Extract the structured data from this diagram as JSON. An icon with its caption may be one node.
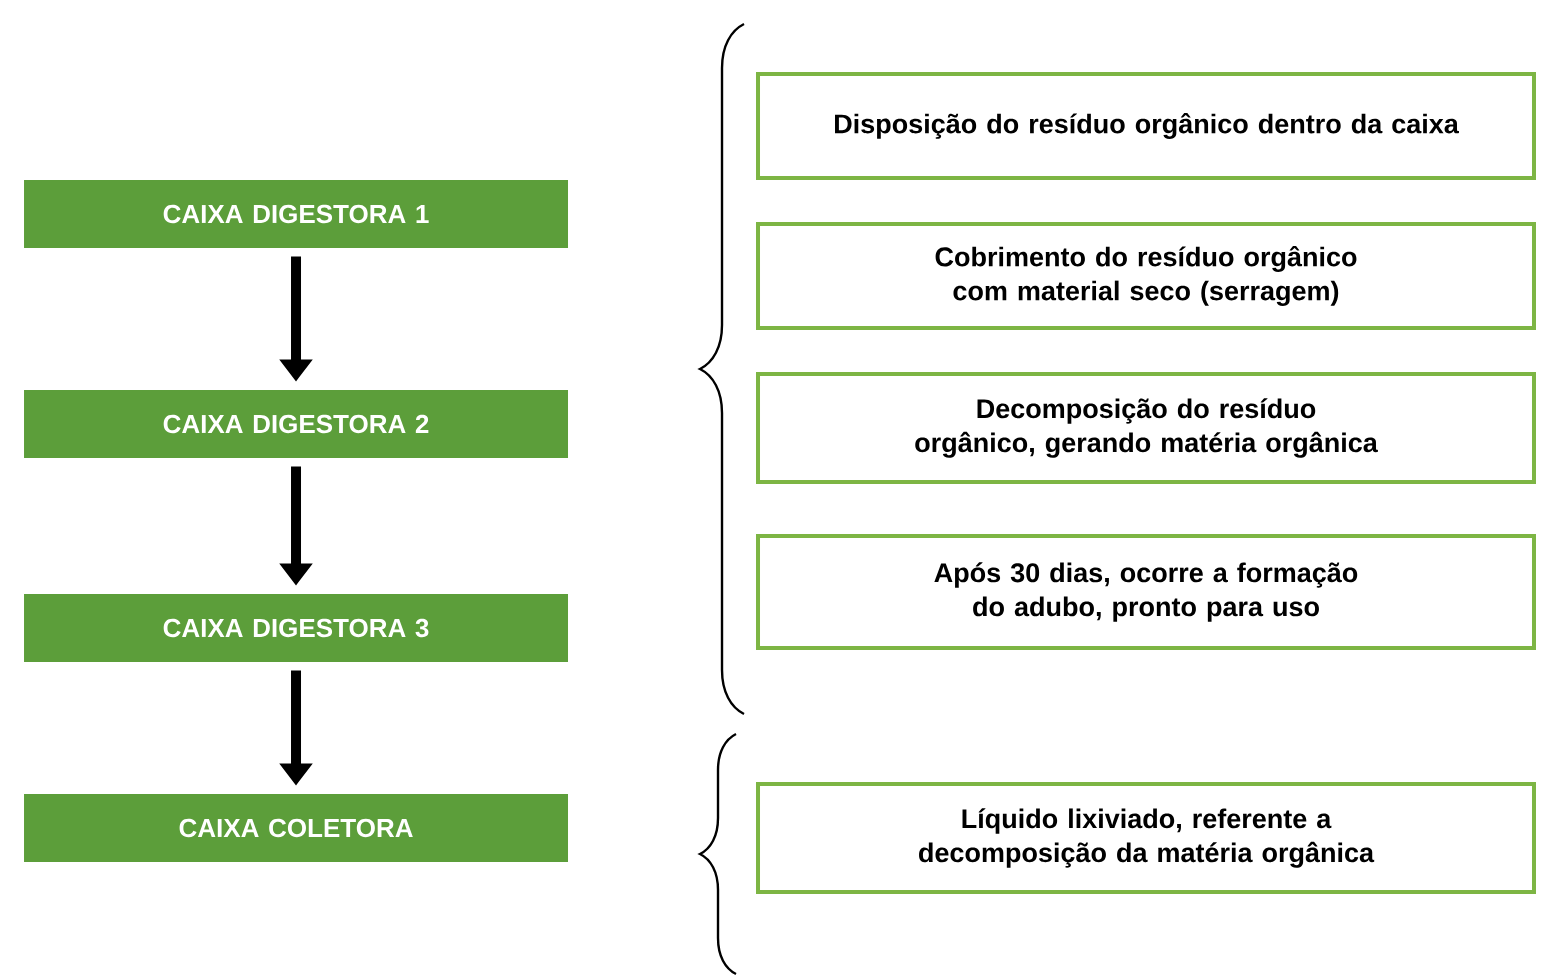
{
  "diagram": {
    "nodes": [
      {
        "text": [
          "CAIXA DIGESTORA 1"
        ]
      },
      {
        "text": [
          "CAIXA DIGESTORA 2"
        ]
      },
      {
        "text": [
          "CAIXA DIGESTORA 3"
        ]
      },
      {
        "text": [
          "CAIXA COLETORA"
        ]
      },
      {
        "text": [
          "Disposição do resíduo orgânico dentro da caixa"
        ]
      },
      {
        "text": [
          "Cobrimento do resíduo orgânico com material seco (serragem)"
        ]
      },
      {
        "text": [
          "Decomposição do resíduo orgânico, gerando matéria orgânica"
        ]
      },
      {
        "text": [
          "Após 30 dias, ocorre a formação do adubo, pronto para uso"
        ]
      },
      {
        "text": [
          "Líquido lixiviado, referente a decomposição da matéria orgânica"
        ]
      }
    ],
    "edges": [
      {
        "from": 0,
        "to": 1,
        "arrow": "to"
      },
      {
        "from": 1,
        "to": 2,
        "arrow": "to"
      },
      {
        "from": 2,
        "to": 3,
        "arrow": "to"
      }
    ]
  }
}
